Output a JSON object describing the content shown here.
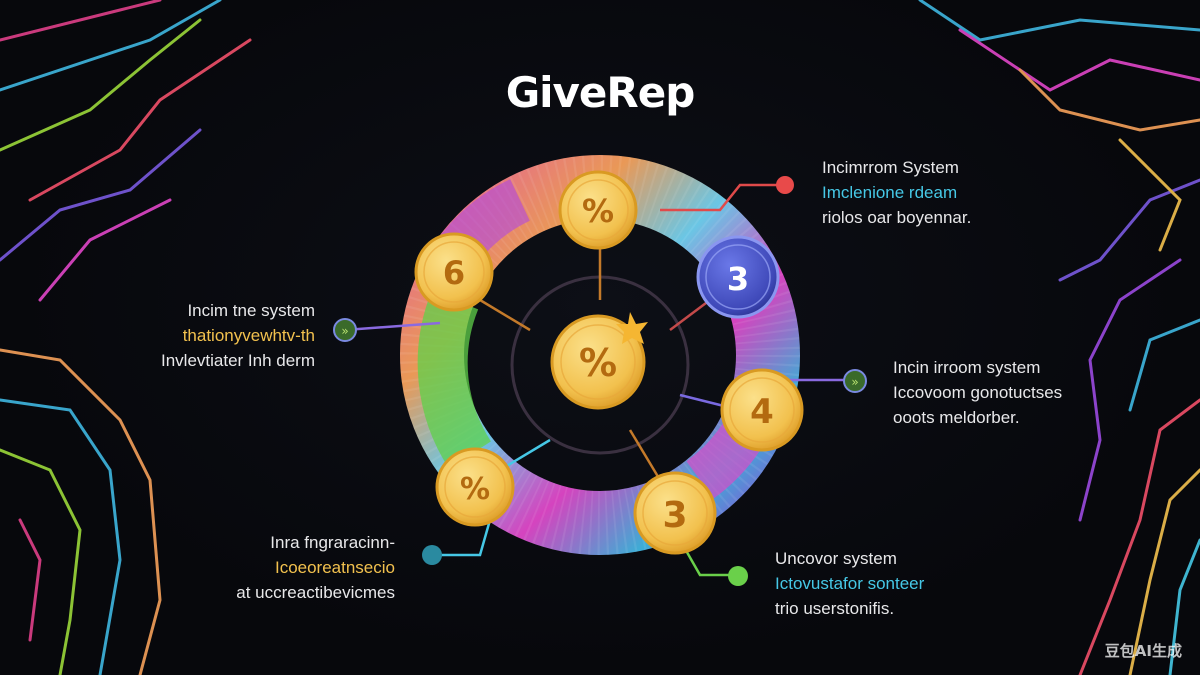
{
  "title": "GiveRep",
  "watermark": "豆包AI生成",
  "colors": {
    "coin": "#f2c14e",
    "coin_edge": "#d99a22",
    "coin_text": "#b36a10",
    "badge_blue": "#4a55c8",
    "accent_cyan": "#46c8e6",
    "accent_yellow": "#f2c14e"
  },
  "coins": [
    {
      "id": "top",
      "label": "%"
    },
    {
      "id": "left",
      "label": "6"
    },
    {
      "id": "blue",
      "label": "3"
    },
    {
      "id": "center",
      "label": "%"
    },
    {
      "id": "right",
      "label": "4"
    },
    {
      "id": "bottom-left",
      "label": "%"
    },
    {
      "id": "bottom",
      "label": "3"
    }
  ],
  "labels": {
    "top_right": {
      "line1": "Incimrrom System",
      "line2": "Imclenione rdeam",
      "line3": "riolos oar boyennar."
    },
    "left": {
      "line1": "Incim tne system",
      "line2": "thationyvewhtv-th",
      "line3": "Invlevtiater Inh derm"
    },
    "right": {
      "line1": "Incin irroom system",
      "line2": "Iccovoom gonotuctses",
      "line3": "ooots meldorber."
    },
    "bottom_left": {
      "line1": "Inra fngraracinn-",
      "line2": "Icoeoreatnsecio",
      "line3": "at uccreactibevicmes"
    },
    "bottom_right": {
      "line1": "Uncovor system",
      "line2": "Ictovustafor sonteer",
      "line3": "trio userstonifis."
    }
  }
}
